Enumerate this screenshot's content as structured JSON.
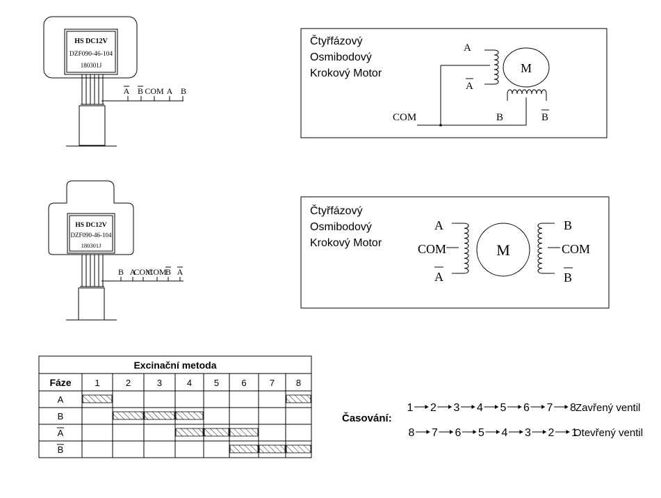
{
  "motor1": {
    "label_line1": "HS  DC12V",
    "label_line2": "DZF090-46-104",
    "label_line3": "180301J",
    "wires": [
      "A",
      "B",
      "COM",
      "A",
      "B"
    ],
    "wire_overline": [
      true,
      true,
      false,
      false,
      false
    ]
  },
  "motor2": {
    "label_line1": "HS  DC12V",
    "label_line2": "DZF090-46-104",
    "label_line3": "180301J",
    "wires": [
      "B",
      "A",
      "COM",
      "COM",
      "B",
      "A"
    ],
    "wire_overline": [
      false,
      false,
      false,
      false,
      true,
      true
    ]
  },
  "schematic1": {
    "title": [
      "Čtyřfázový",
      "Osmibodový",
      "Krokový Motor"
    ],
    "motor_label": "M",
    "terminal_a": "A",
    "terminal_a_bar": "A",
    "terminal_b": "B",
    "terminal_b_bar": "B",
    "terminal_com": "COM"
  },
  "schematic2": {
    "title": [
      "Čtyřfázový",
      "Osmibodový",
      "Krokový Motor"
    ],
    "motor_label": "M",
    "terminal_a": "A",
    "terminal_com_left": "COM",
    "terminal_a_bar": "A",
    "terminal_b": "B",
    "terminal_com_right": "COM",
    "terminal_b_bar": "B"
  },
  "table": {
    "title": "Excinační metoda",
    "phase_header": "Fáze",
    "steps": [
      "1",
      "2",
      "3",
      "4",
      "5",
      "6",
      "7",
      "8"
    ],
    "rows": [
      {
        "phase": "A",
        "overline": false,
        "active": [
          1,
          0,
          0,
          0,
          0,
          0,
          0,
          1
        ]
      },
      {
        "phase": "B",
        "overline": false,
        "active": [
          0,
          1,
          1,
          1,
          0,
          0,
          0,
          0
        ]
      },
      {
        "phase": "A",
        "overline": true,
        "active": [
          0,
          0,
          0,
          1,
          1,
          1,
          0,
          0
        ]
      },
      {
        "phase": "B",
        "overline": true,
        "active": [
          0,
          0,
          0,
          0,
          0,
          1,
          1,
          1
        ]
      }
    ]
  },
  "timing": {
    "label": "Časování:",
    "close_sequence": [
      "1",
      "2",
      "3",
      "4",
      "5",
      "6",
      "7",
      "8"
    ],
    "close_label": "Zavřený ventil",
    "open_sequence": [
      "8",
      "7",
      "6",
      "5",
      "4",
      "3",
      "2",
      "1"
    ],
    "open_label": "Otevřený ventil"
  }
}
